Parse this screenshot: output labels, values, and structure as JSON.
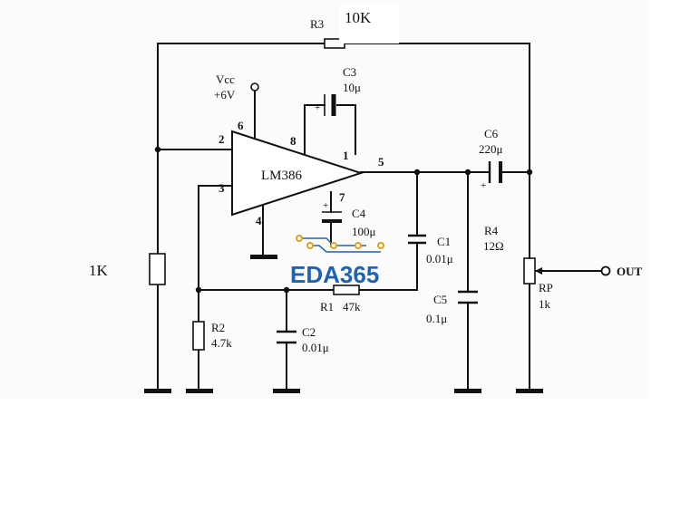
{
  "amplifier": {
    "label": "LM386",
    "pins": {
      "p2": "2",
      "p3": "3",
      "p4": "4",
      "p5": "5",
      "p6": "6",
      "p7": "7",
      "p8": "8",
      "p1": "1"
    }
  },
  "supply": {
    "name": "Vcc",
    "voltage": "+6V"
  },
  "components": {
    "r3": {
      "ref": "R3",
      "value": "10K"
    },
    "r_input": {
      "value": "1K"
    },
    "r2": {
      "ref": "R2",
      "value": "4.7k"
    },
    "r1": {
      "ref": "R1",
      "value": "47k"
    },
    "r4": {
      "ref": "R4",
      "value": "12Ω"
    },
    "rp": {
      "ref": "RP",
      "value": "1k"
    },
    "c1": {
      "ref": "C1",
      "value": "0.01μ"
    },
    "c2": {
      "ref": "C2",
      "value": "0.01μ"
    },
    "c3": {
      "ref": "C3",
      "value": "10μ"
    },
    "c4": {
      "ref": "C4",
      "value": "100μ"
    },
    "c5": {
      "ref": "C5",
      "value": "0.1μ"
    },
    "c6": {
      "ref": "C6",
      "value": "220μ"
    }
  },
  "output": {
    "label": "OUT"
  },
  "watermark": {
    "text": "EDA365",
    "color": "#1f63b0"
  }
}
